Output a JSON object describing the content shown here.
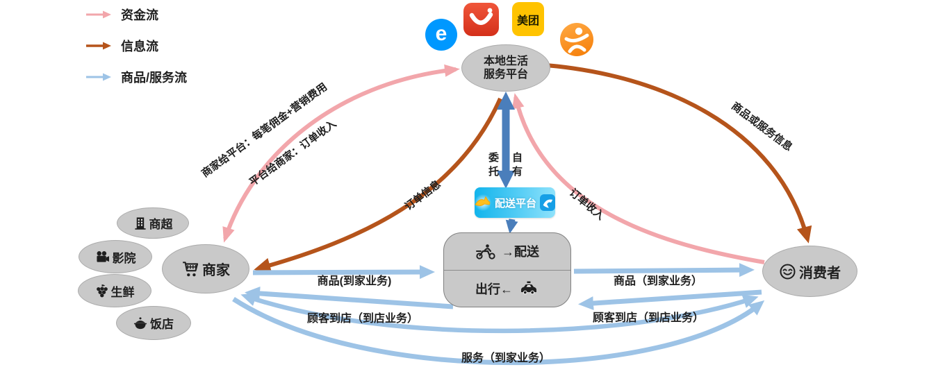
{
  "legend": {
    "items": [
      {
        "label": "资金流",
        "color": "#f2a6ab"
      },
      {
        "label": "信息流",
        "color": "#b5541b"
      },
      {
        "label": "商品/服务流",
        "color": "#9dc3e6"
      }
    ]
  },
  "apps": {
    "eleme_glyph": "e",
    "meituan_label": "美团"
  },
  "nodes": {
    "platform": {
      "line1": "本地生活",
      "line2": "服务平台"
    },
    "merchant": {
      "label": "商家"
    },
    "consumer": {
      "label": "消费者"
    },
    "delivery": {
      "label": "配送平台"
    },
    "hub": {
      "delivery_row": "→配送",
      "travel_row": "出行←"
    },
    "categories": [
      {
        "label": "商超"
      },
      {
        "label": "影院"
      },
      {
        "label": "生鲜"
      },
      {
        "label": "饭店"
      }
    ]
  },
  "flows": {
    "merchant_to_platform_fee": "商家给平台：每笔佣金+营销费用",
    "platform_to_merchant_income": "平台给商家：订单收入",
    "order_info": "订单信息",
    "order_income": "订单收入",
    "goods_or_service_info": "商品或服务信息",
    "entrusted": "委托",
    "self_owned": "自有",
    "goods_home_left": "商品(到家业务)",
    "customer_to_store_left": "顾客到店（到店业务）",
    "goods_home_right": "商品（到家业务）",
    "customer_to_store_right": "顾客到店（到店业务）",
    "service_home": "服务（到家业务）"
  },
  "colors": {
    "capital_flow": "#f2a6ab",
    "info_flow": "#b5541b",
    "goods_flow": "#9dc3e6",
    "platform_arrow": "#4a7ebb",
    "node_fill": "#c9c9c9"
  }
}
